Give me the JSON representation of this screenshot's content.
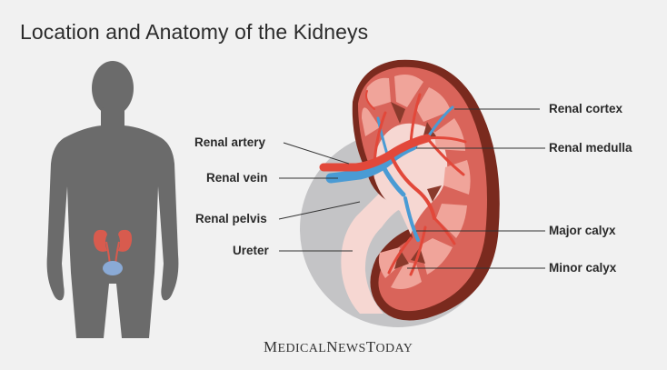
{
  "title": "Location and Anatomy of the Kidneys",
  "labels": {
    "renal_artery": "Renal artery",
    "renal_vein": "Renal vein",
    "renal_pelvis": "Renal pelvis",
    "ureter": "Ureter",
    "renal_cortex": "Renal cortex",
    "renal_medulla": "Renal medulla",
    "major_calyx": "Major calyx",
    "minor_calyx": "Minor calyx"
  },
  "brand": {
    "m": "M",
    "edical": "EDICAL",
    "n": "N",
    "ews": "EWS",
    "t": "T",
    "oday": "ODAY"
  },
  "colors": {
    "background": "#f1f1f1",
    "body_silhouette": "#6b6b6b",
    "kidney_outer": "#7a2a1e",
    "cortex": "#d9645a",
    "pyramid": "#f0a49a",
    "pelvis": "#f6d7d2",
    "artery": "#e2483a",
    "vein": "#4a9bd4",
    "halo": "#c4c4c6"
  }
}
